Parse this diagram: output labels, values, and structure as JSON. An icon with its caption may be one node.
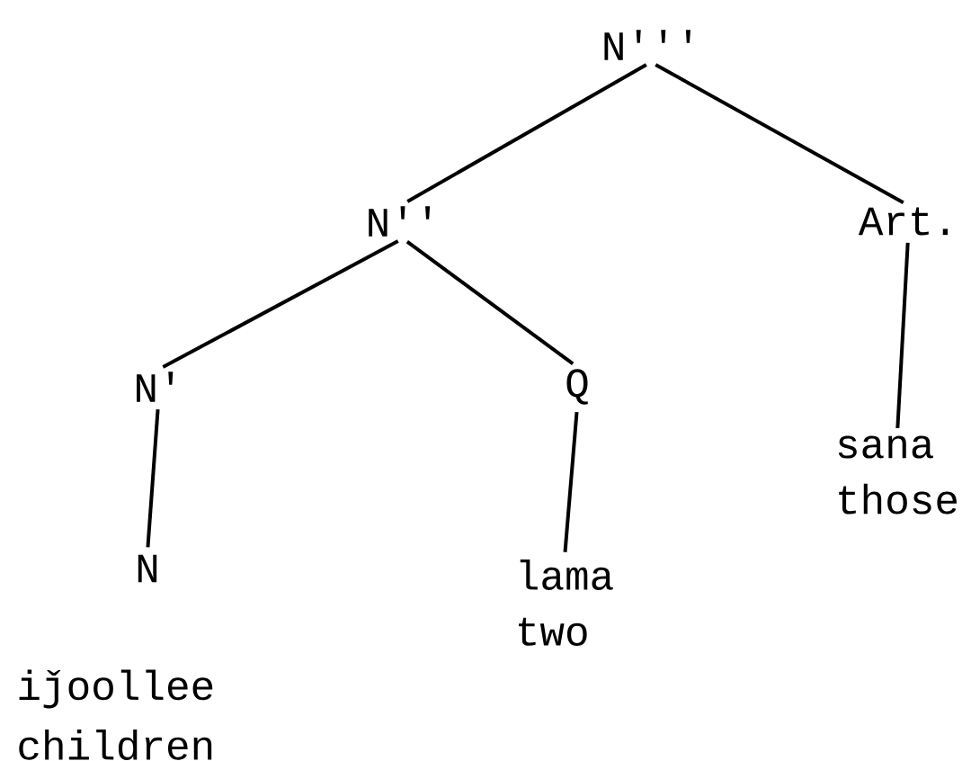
{
  "diagram": {
    "nodes": [
      {
        "text": [
          "N'''"
        ]
      },
      {
        "text": [
          "N''"
        ]
      },
      {
        "text": [
          "Art."
        ]
      },
      {
        "text": [
          "N'"
        ]
      },
      {
        "text": [
          "Q"
        ]
      },
      {
        "text": [
          "sana",
          "those"
        ]
      },
      {
        "text": [
          "N"
        ]
      },
      {
        "text": [
          "lama",
          "two"
        ]
      }
    ],
    "edges": [
      {
        "from": 0,
        "to": 1,
        "arrow": "none"
      },
      {
        "from": 0,
        "to": 2,
        "arrow": "none"
      },
      {
        "from": 1,
        "to": 3,
        "arrow": "none"
      },
      {
        "from": 1,
        "to": 4,
        "arrow": "none"
      },
      {
        "from": 2,
        "to": 5,
        "arrow": "none"
      },
      {
        "from": 3,
        "to": 6,
        "arrow": "none"
      },
      {
        "from": 4,
        "to": 7,
        "arrow": "none"
      }
    ],
    "labels": [
      "iǰoollee",
      "children"
    ]
  }
}
